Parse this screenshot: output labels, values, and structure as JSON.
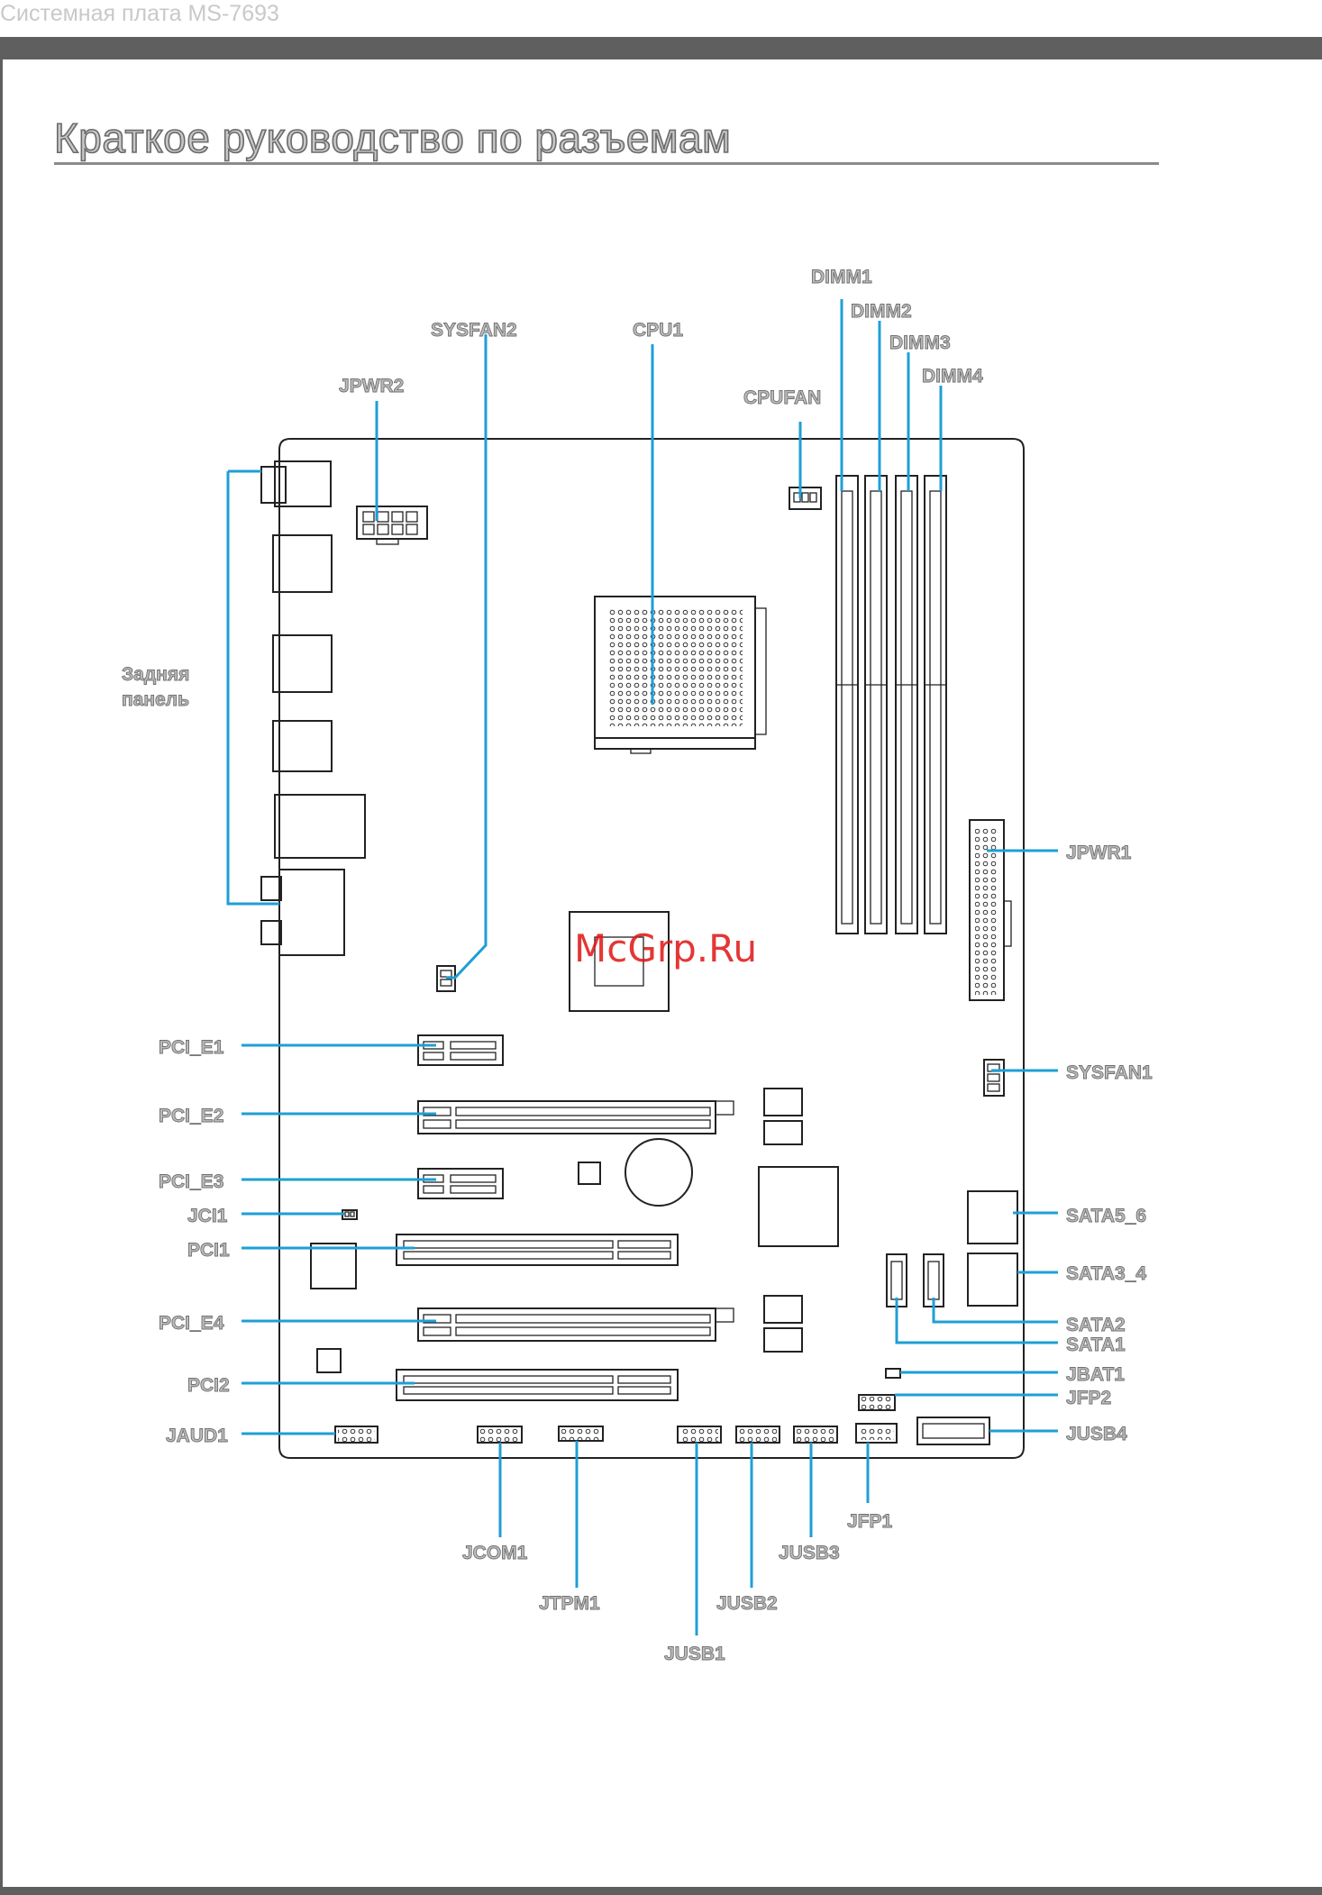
{
  "header": {
    "text": "Системная плата MS-7693"
  },
  "title": "Краткое руководство по разъемам",
  "watermark": "McGrp.Ru",
  "labels": {
    "dimm1": "DIMM1",
    "dimm2": "DIMM2",
    "dimm3": "DIMM3",
    "dimm4": "DIMM4",
    "sysfan2": "SYSFAN2",
    "cpu1": "CPU1",
    "jpwr2": "JPWR2",
    "cpufan": "CPUFAN",
    "rear_panel_1": "Задняя",
    "rear_panel_2": "панель",
    "jpwr1": "JPWR1",
    "sysfan1": "SYSFAN1",
    "pci_e1": "PCI_E1",
    "pci_e2": "PCI_E2",
    "pci_e3": "PCI_E3",
    "jci1": "JCI1",
    "pci1": "PCI1",
    "pci_e4": "PCI_E4",
    "pci2": "PCI2",
    "jaud1": "JAUD1",
    "sata5_6": "SATA5_6",
    "sata3_4": "SATA3_4",
    "sata2": "SATA2",
    "sata1": "SATA1",
    "jbat1": "JBAT1",
    "jfp2": "JFP2",
    "jusb4": "JUSB4",
    "jfp1": "JFP1",
    "jcom1": "JCOM1",
    "jusb3": "JUSB3",
    "jtpm1": "JTPM1",
    "jusb2": "JUSB2",
    "jusb1": "JUSB1"
  },
  "colors": {
    "leader": "#1e9fd6",
    "header_bar": "#5f5f5f",
    "watermark": "#e01414"
  }
}
